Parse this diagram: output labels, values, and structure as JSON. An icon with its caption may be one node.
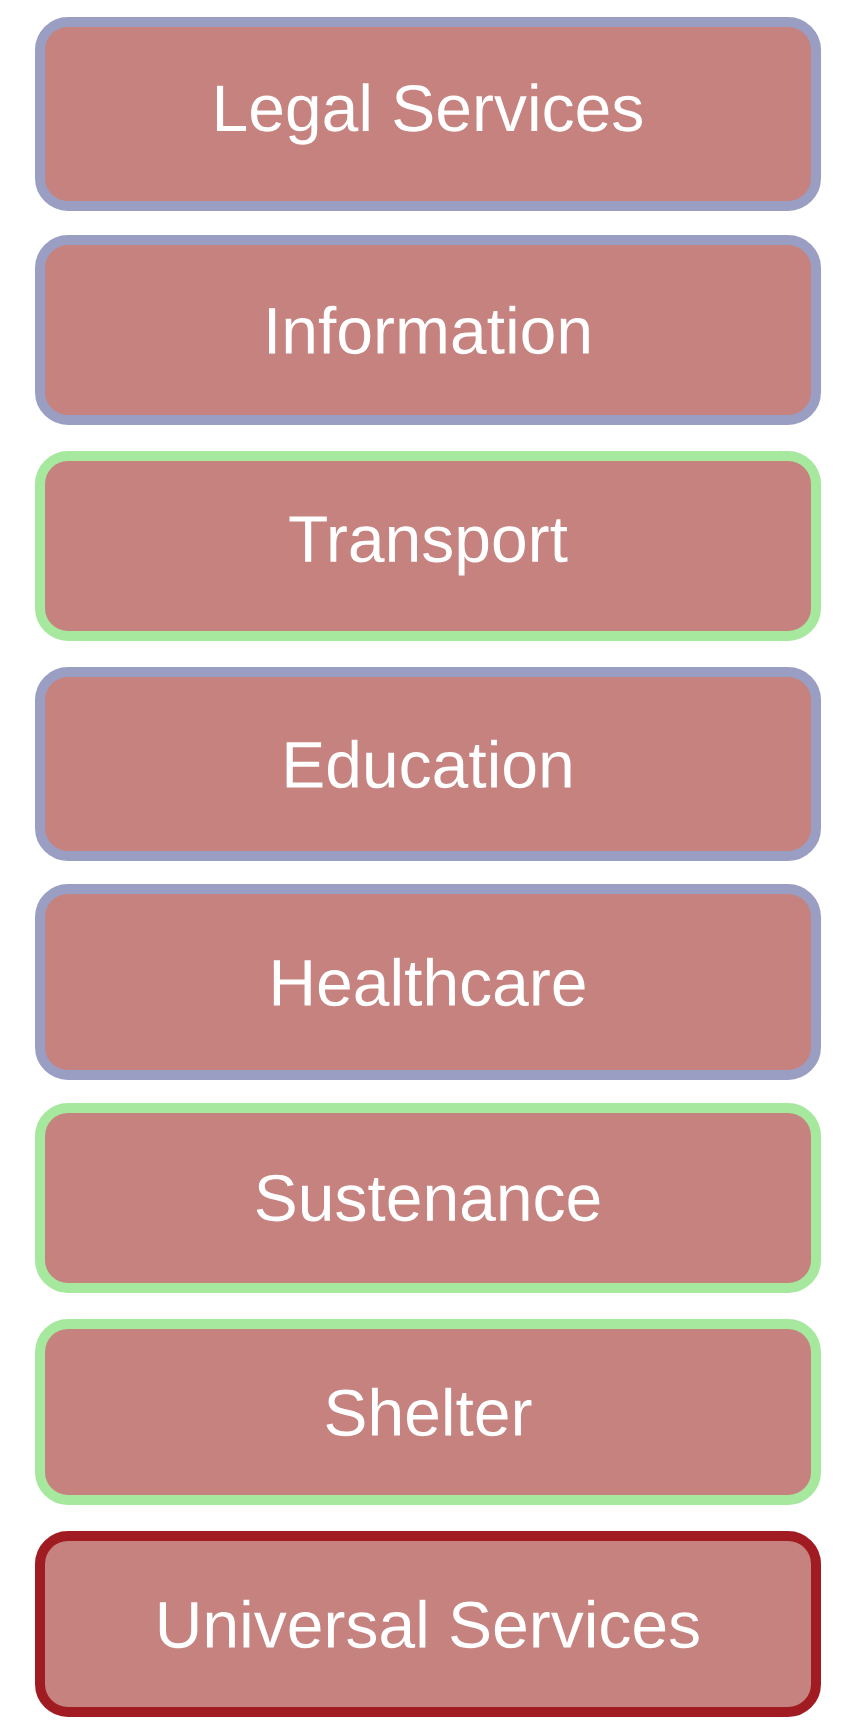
{
  "diagram": {
    "nodes": [
      {
        "text": [
          "Legal Services"
        ]
      },
      {
        "text": [
          "Information"
        ]
      },
      {
        "text": [
          "Transport"
        ]
      },
      {
        "text": [
          "Education"
        ]
      },
      {
        "text": [
          "Healthcare"
        ]
      },
      {
        "text": [
          "Sustenance"
        ]
      },
      {
        "text": [
          "Shelter"
        ]
      },
      {
        "text": [
          "Universal Services"
        ]
      }
    ]
  }
}
